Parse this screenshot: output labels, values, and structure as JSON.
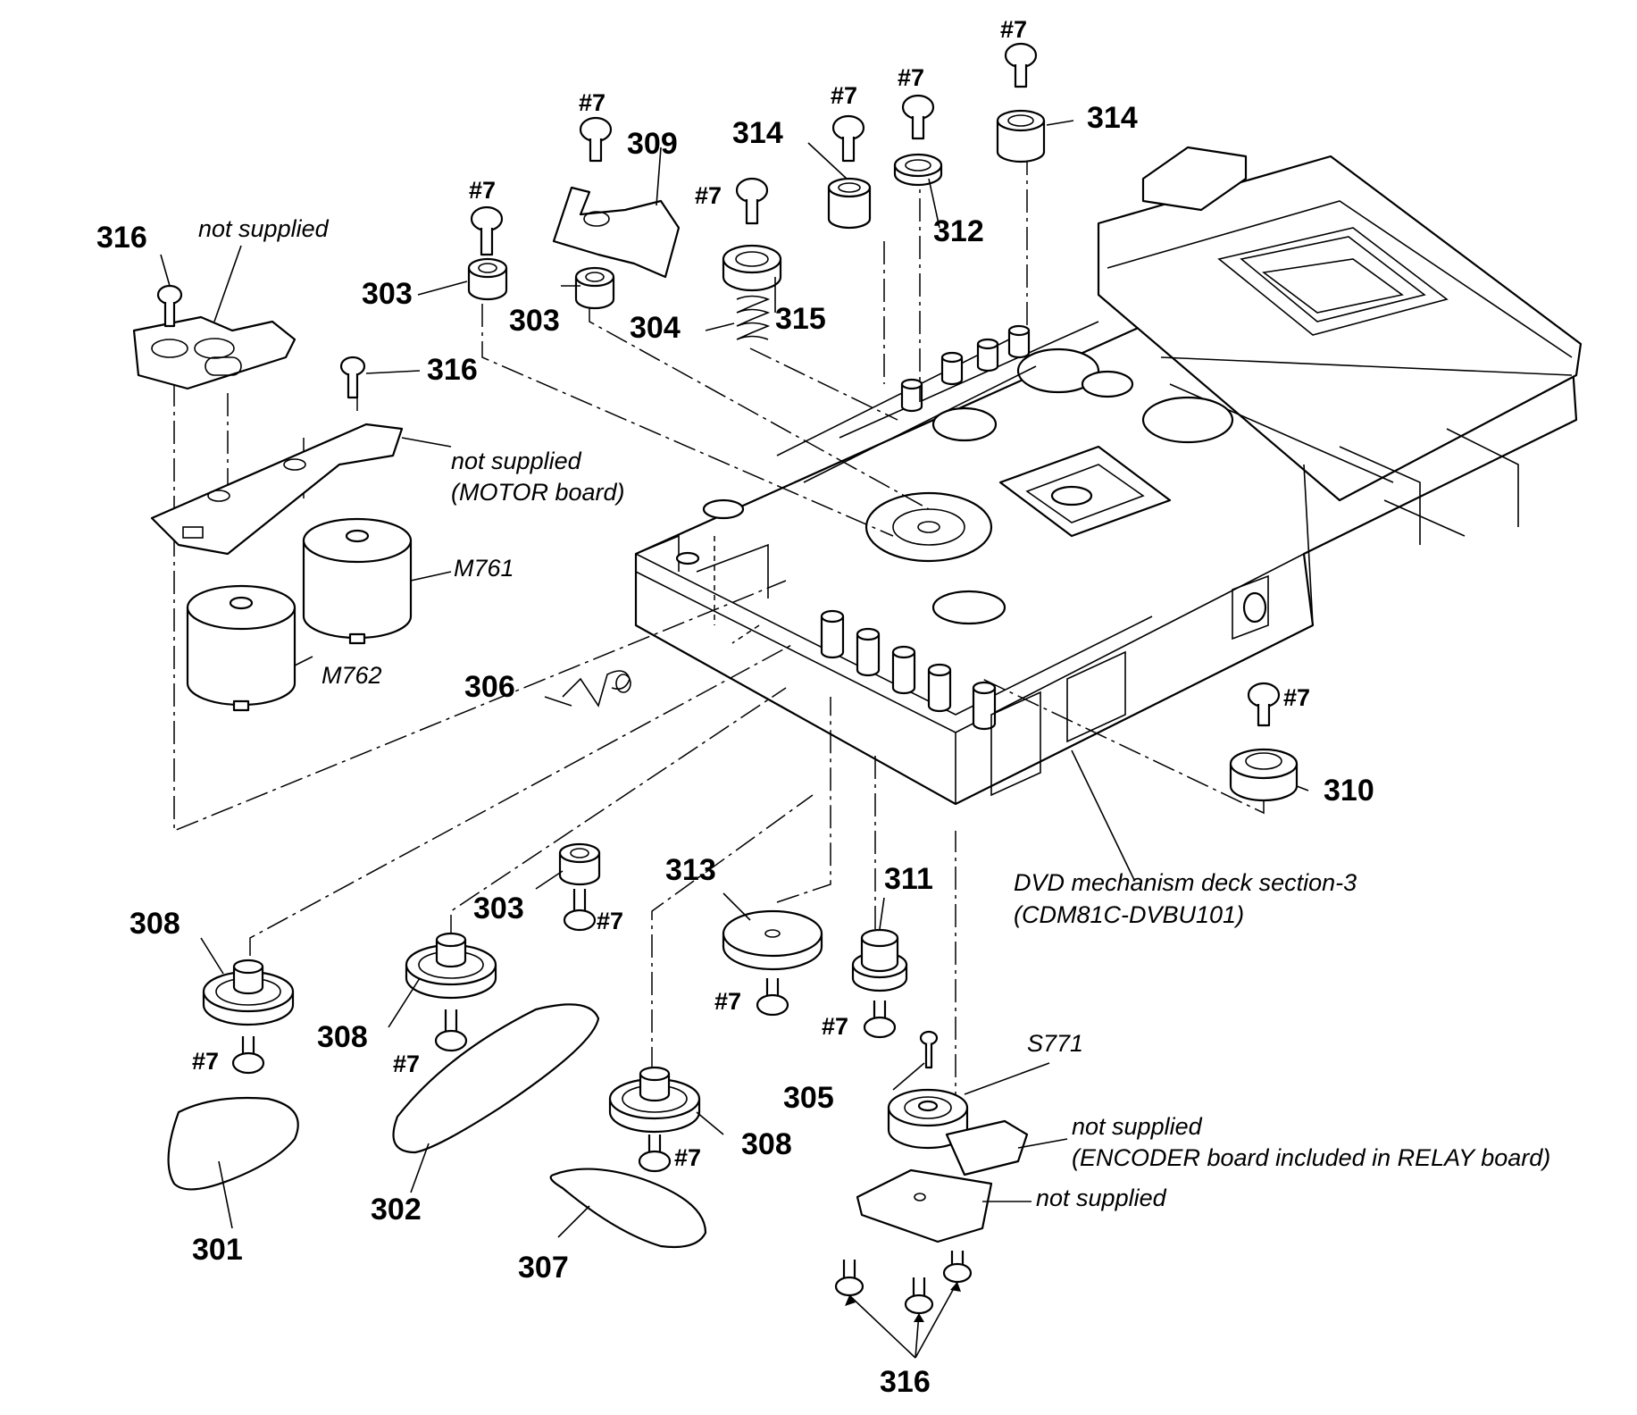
{
  "labels": {
    "n316_a": "316",
    "n316_b": "316",
    "n316_c": "316",
    "n303_a": "303",
    "n303_b": "303",
    "n303_c": "303",
    "n309": "309",
    "n314_a": "314",
    "n314_b": "314",
    "n312": "312",
    "n315": "315",
    "n304": "304",
    "n306": "306",
    "n310": "310",
    "n308_a": "308",
    "n308_b": "308",
    "n308_c": "308",
    "n313": "313",
    "n311": "311",
    "n305": "305",
    "n301": "301",
    "n302": "302",
    "n307": "307",
    "screw": "#7",
    "m761": "M761",
    "m762": "M762",
    "s771": "S771"
  },
  "notes": {
    "not_supplied": "not supplied",
    "motor_board": "(MOTOR board)",
    "encoder_board": "(ENCODER board included in RELAY board)",
    "deck_title": "DVD mechanism deck section-3",
    "deck_model": "(CDM81C-DVBU101)"
  }
}
